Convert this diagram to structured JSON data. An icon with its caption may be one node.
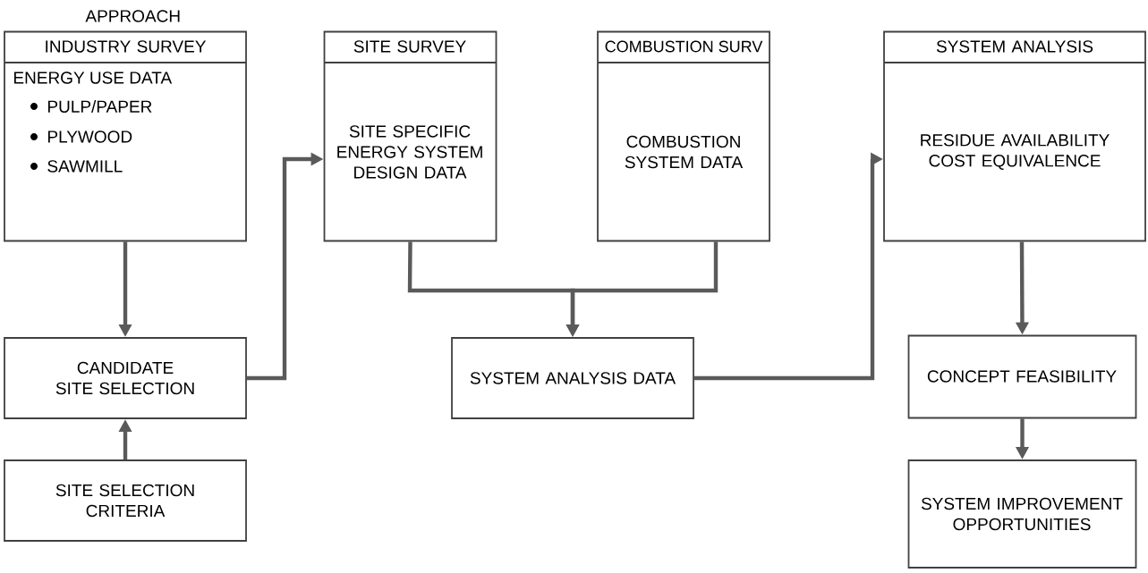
{
  "diagram": {
    "title": "APPROACH",
    "nodes": [
      {
        "text": [
          "INDUSTRY SURVEY",
          "ENERGY USE DATA",
          "PULP/PAPER",
          "PLYWOOD",
          "SAWMILL"
        ]
      },
      {
        "text": [
          "SITE SURVEY",
          "SITE SPECIFIC ENERGY SYSTEM DESIGN DATA"
        ]
      },
      {
        "text": [
          "COMBUSTION SURV",
          "COMBUSTION SYSTEM DATA"
        ]
      },
      {
        "text": [
          "SYSTEM ANALYSIS",
          "RESIDUE AVAILABILITY COST EQUIVALENCE"
        ]
      },
      {
        "text": [
          "CANDIDATE SITE SELECTION"
        ]
      },
      {
        "text": [
          "SYSTEM ANALYSIS DATA"
        ]
      },
      {
        "text": [
          "CONCEPT FEASIBILITY"
        ]
      },
      {
        "text": [
          "SITE SELECTION CRITERIA"
        ]
      },
      {
        "text": [
          "SYSTEM IMPROVEMENT OPPORTUNITIES"
        ]
      }
    ],
    "edges": [
      {
        "from": 0,
        "to": 4,
        "arrow": "to"
      },
      {
        "from": 7,
        "to": 4,
        "arrow": "to"
      },
      {
        "from": 4,
        "to": 1,
        "arrow": "to"
      },
      {
        "from": 1,
        "to": 5,
        "arrow": "to"
      },
      {
        "from": 2,
        "to": 5,
        "arrow": "to"
      },
      {
        "from": 5,
        "to": 3,
        "arrow": "to"
      },
      {
        "from": 3,
        "to": 6,
        "arrow": "to"
      },
      {
        "from": 6,
        "to": 8,
        "arrow": "to"
      }
    ]
  }
}
